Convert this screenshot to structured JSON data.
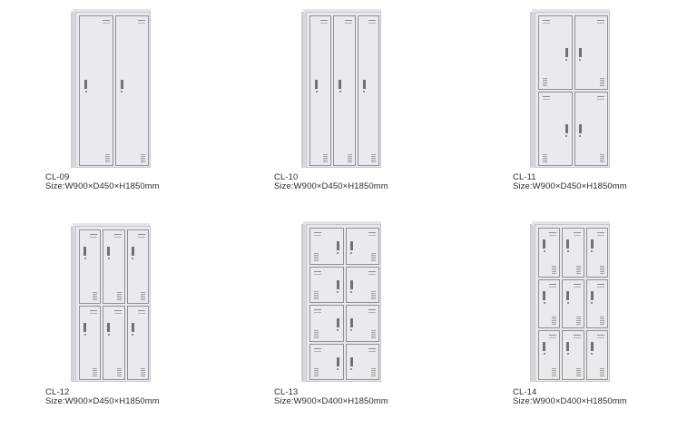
{
  "products": [
    {
      "model": "CL-09",
      "size": "Size:W900×D450×H1850mm",
      "cols": 2,
      "rows": 1
    },
    {
      "model": "CL-10",
      "size": "Size:W900×D450×H1850mm",
      "cols": 3,
      "rows": 1
    },
    {
      "model": "CL-11",
      "size": "Size:W900×D450×H1850mm",
      "cols": 2,
      "rows": 2
    },
    {
      "model": "CL-12",
      "size": "Size:W900×D450×H1850mm",
      "cols": 3,
      "rows": 2
    },
    {
      "model": "CL-13",
      "size": "Size:W900×D400×H1850mm",
      "cols": 2,
      "rows": 4
    },
    {
      "model": "CL-14",
      "size": "Size:W900×D400×H1850mm",
      "cols": 3,
      "rows": 3
    }
  ],
  "colors": {
    "cabinet_body": "#e8e9ed",
    "door_outline": "#8f9196",
    "text": "#2c2c2c"
  }
}
